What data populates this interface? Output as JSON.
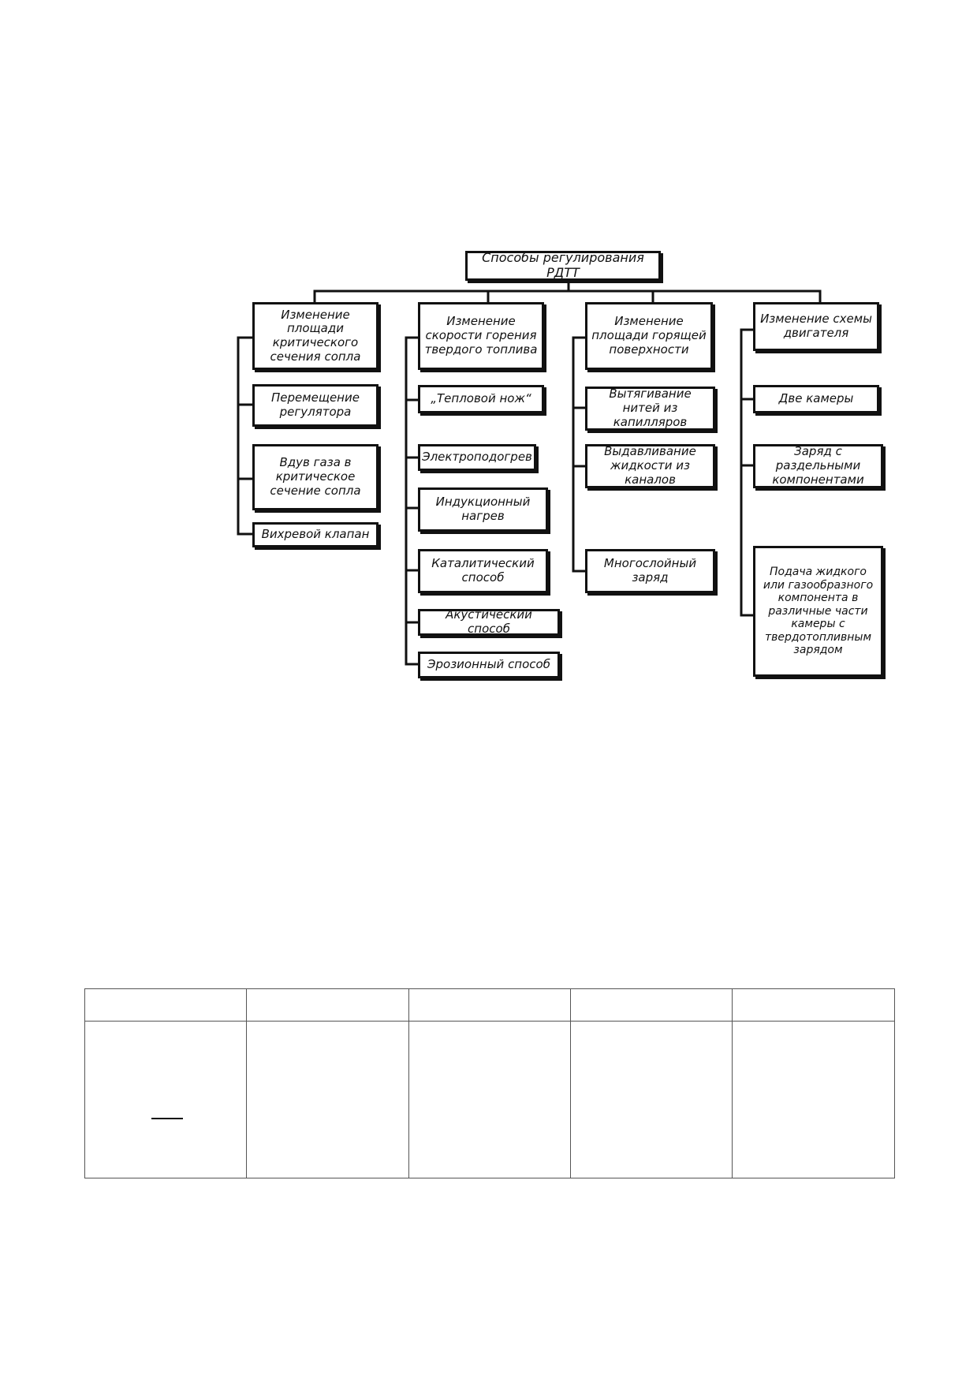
{
  "diagram": {
    "root": "Способы регулирования РДТТ",
    "branches": [
      {
        "header": "Изменение площади критического сечения сопла",
        "items": [
          "Перемещение регулятора",
          "Вдув газа в критическое сечение сопла",
          "Вихревой клапан"
        ]
      },
      {
        "header": "Изменение скорости горения твердого топлива",
        "items": [
          "„Тепловой нож“",
          "Электроподогрев",
          "Индукционный нагрев",
          "Каталитический способ",
          "Акустический способ",
          "Эрозионный способ"
        ]
      },
      {
        "header": "Изменение площади горящей поверхности",
        "items": [
          "Вытягивание нитей из капилляров",
          "Выдавливание жидкости из каналов",
          "Многослойный заряд"
        ]
      },
      {
        "header": "Изменение схемы двигателя",
        "items": [
          "Две камеры",
          "Заряд с раздельными компонентами",
          "Подача жидкого или газообразного компонента в различные части камеры с твердотопливным зарядом"
        ]
      }
    ]
  },
  "table": {
    "columns": 5,
    "rows": 2,
    "cells": []
  }
}
